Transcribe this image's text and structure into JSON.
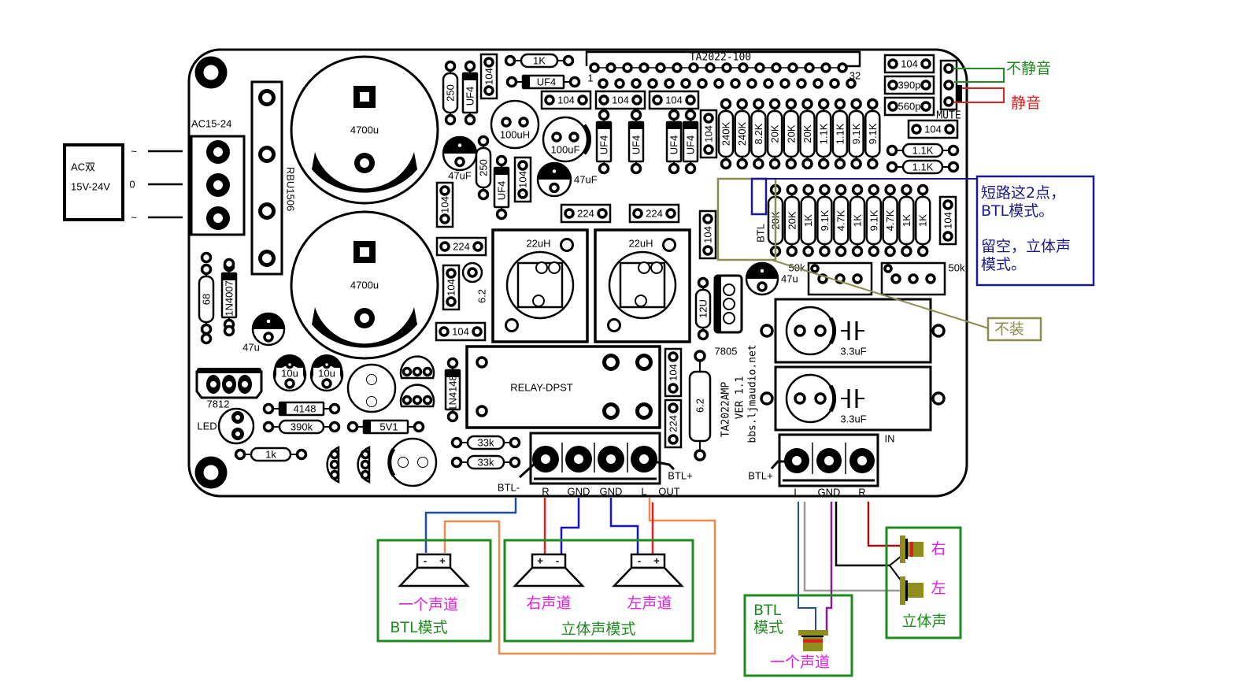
{
  "pcb": {
    "power": {
      "ac_box_line1": "AC双",
      "ac_box_line2": "15V-24V",
      "ac_symbols": [
        "~",
        "0",
        "~"
      ],
      "connector_label": "AC15-24",
      "bridge": "RBU1506",
      "main_caps": [
        "4700u",
        "4700u"
      ]
    },
    "header": {
      "label": "TA2022-100",
      "pin_first": "1",
      "pin_last": "32"
    },
    "parts": [
      {
        "label": "250"
      },
      {
        "label": "UF4"
      },
      {
        "label": "104"
      },
      {
        "label": "1K"
      },
      {
        "label": "UF4"
      },
      {
        "label": "104"
      },
      {
        "label": "104"
      },
      {
        "label": "104"
      },
      {
        "label": "100uH"
      },
      {
        "label": "100uF"
      },
      {
        "label": "47uF"
      },
      {
        "label": "250"
      },
      {
        "label": "UF4"
      },
      {
        "label": "104"
      },
      {
        "label": "47uF"
      },
      {
        "label": "104"
      },
      {
        "label": "UF4"
      },
      {
        "label": "UF4"
      },
      {
        "label": "UF4"
      },
      {
        "label": "UF4"
      },
      {
        "label": "224"
      },
      {
        "label": "224"
      },
      {
        "label": "104"
      },
      {
        "label": "240K"
      },
      {
        "label": "240K"
      },
      {
        "label": "8.2K"
      },
      {
        "label": "20K"
      },
      {
        "label": "20K"
      },
      {
        "label": "20K"
      },
      {
        "label": "1.1K"
      },
      {
        "label": "1.1K"
      },
      {
        "label": "9.1K"
      },
      {
        "label": "9.1K"
      },
      {
        "label": "104"
      },
      {
        "label": "390p"
      },
      {
        "label": "560p"
      },
      {
        "label": "104"
      },
      {
        "label": "1.1K"
      },
      {
        "label": "1.1K"
      },
      {
        "label": "20K"
      },
      {
        "label": "20K"
      },
      {
        "label": "1K"
      },
      {
        "label": "9.1K"
      },
      {
        "label": "4.7K"
      },
      {
        "label": "1K"
      },
      {
        "label": "9.1K"
      },
      {
        "label": "4.7K"
      },
      {
        "label": "1K"
      },
      {
        "label": "1K"
      },
      {
        "label": "104"
      },
      {
        "label": "104"
      },
      {
        "label": "22uH"
      },
      {
        "label": "22uH"
      },
      {
        "label": "224"
      },
      {
        "label": "104"
      },
      {
        "label": "6.2"
      },
      {
        "label": "104"
      },
      {
        "label": "RELAY-DPST"
      },
      {
        "label": "104"
      },
      {
        "label": "224"
      },
      {
        "label": "6.2"
      },
      {
        "label": "12U"
      },
      {
        "label": "7805"
      },
      {
        "label": "47u"
      },
      {
        "label": "50k"
      },
      {
        "label": "50k"
      },
      {
        "label": "3.3uF"
      },
      {
        "label": "3.3uF"
      },
      {
        "label": "33k"
      },
      {
        "label": "33k"
      },
      {
        "label": "68"
      },
      {
        "label": "1N4007"
      },
      {
        "label": "47u"
      },
      {
        "label": "7812"
      },
      {
        "label": "10u"
      },
      {
        "label": "10u"
      },
      {
        "label": "1N4148"
      },
      {
        "label": "4148"
      },
      {
        "label": "390k"
      },
      {
        "label": "5V1"
      },
      {
        "label": "1k"
      },
      {
        "label": "LED"
      }
    ],
    "mute_label": "MUTE",
    "btl_jumper_label": "BTL",
    "board_text": [
      "TA2022AMP",
      "VER 1.1",
      "bbs.ljmaudio.net"
    ],
    "output_terminal": {
      "pins": [
        "R",
        "GND",
        "GND",
        "L"
      ],
      "label": "OUT",
      "btl_minus": "BTL-",
      "btl_plus": "BTL+"
    },
    "input_terminal": {
      "pins": [
        "L",
        "GND",
        "R"
      ],
      "label": "IN",
      "btl_plus": "BTL+"
    }
  },
  "annotations": {
    "unmute": "不静音",
    "mute": "静音",
    "btl_note": [
      "短路这2点，",
      "BTL模式。",
      "留空，立体声",
      "模式。"
    ],
    "not_fitted": "不装"
  },
  "speakers": {
    "btl_channel": "一个声道",
    "btl_mode": "BTL模式",
    "right_channel": "右声道",
    "left_channel": "左声道",
    "stereo_mode": "立体声模式",
    "plus": "+",
    "minus": "-"
  },
  "jacks": {
    "btl": "BTL",
    "mode": "模式",
    "one_channel": "一个声道",
    "right": "右",
    "left": "左",
    "stereo": "立体声"
  },
  "colors": {
    "green": "#1e8c1e",
    "red": "#e02020",
    "magenta": "#e020e0",
    "navy": "#1a1a8c",
    "olive": "#8c8c50",
    "jack": "#8e8e1e",
    "orange": "#f08a4b",
    "blue": "#1f4e9c",
    "wire_blue": "#1414c8"
  }
}
